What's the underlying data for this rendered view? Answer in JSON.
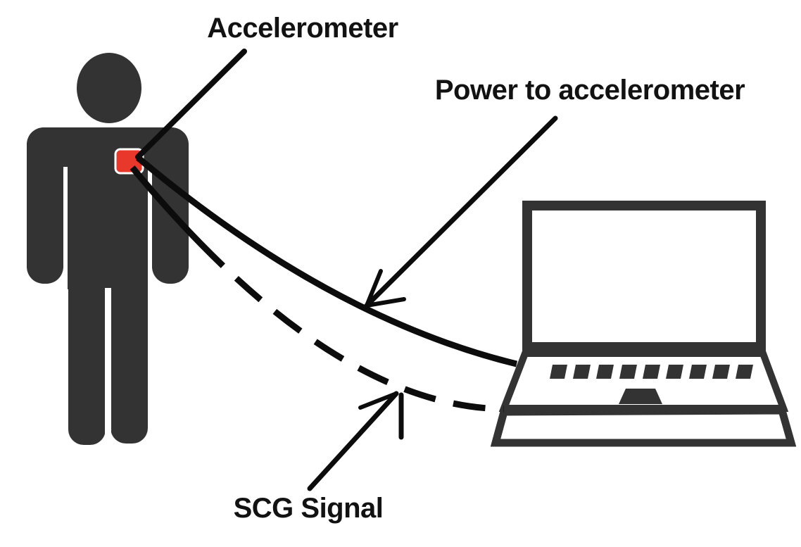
{
  "diagram": {
    "background": "#ffffff",
    "colors": {
      "figure": "#333333",
      "line": "#0c0c0c",
      "accelerometer_red": "#e8382b",
      "text": "#121212"
    },
    "labels": {
      "accelerometer": "Accelerometer",
      "power": "Power to accelerometer",
      "scg": "SCG Signal"
    },
    "entities": [
      {
        "id": "person",
        "kind": "human-silhouette"
      },
      {
        "id": "accelerometer",
        "kind": "chest-sensor"
      },
      {
        "id": "laptop",
        "kind": "computer"
      }
    ],
    "connections": [
      {
        "id": "power-line",
        "label": "Power to accelerometer",
        "style": "solid-curve",
        "from": "laptop",
        "to": "accelerometer"
      },
      {
        "id": "scg-line",
        "label": "SCG Signal",
        "style": "dashed-curve",
        "from": "accelerometer",
        "to": "laptop"
      }
    ]
  }
}
